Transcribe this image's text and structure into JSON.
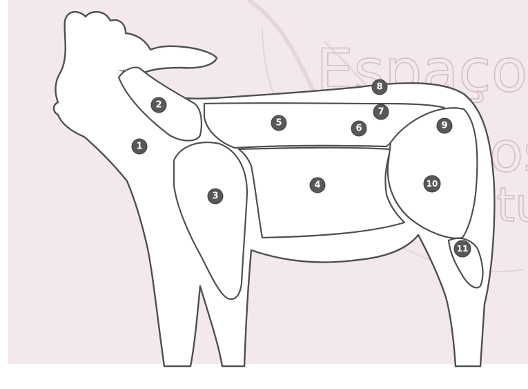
{
  "watermark": {
    "line1": "Espaço",
    "line2": "Cursos",
    "line3": "Cultu"
  },
  "diagram": {
    "subject": "cow-silhouette",
    "labels": [
      "1",
      "2",
      "3",
      "4",
      "5",
      "6",
      "7",
      "8",
      "9",
      "10",
      "11"
    ]
  },
  "colors": {
    "background": "#f3e8eb",
    "outline": "#4f4f4f",
    "badge": "#585858",
    "badge_text": "#ffffff",
    "fill": "#ffffff"
  }
}
